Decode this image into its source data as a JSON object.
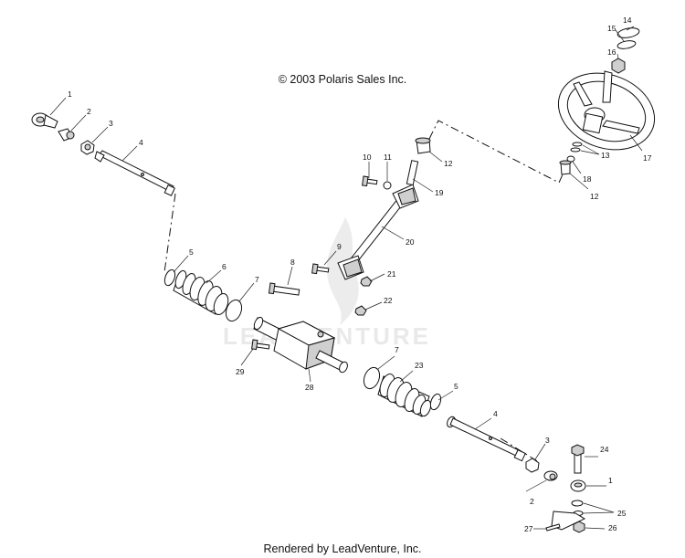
{
  "header": {
    "copyright": "© 2003 Polaris Sales Inc."
  },
  "footer": {
    "rendered_by": "Rendered by LeadVenture, Inc."
  },
  "watermark": {
    "text": "LEADVENTURE",
    "color": "#e9e9e9"
  },
  "callouts": [
    "1",
    "2",
    "3",
    "4",
    "5",
    "6",
    "7",
    "8",
    "9",
    "10",
    "11",
    "12",
    "12",
    "13",
    "14",
    "15",
    "16",
    "17",
    "18",
    "19",
    "20",
    "21",
    "22",
    "7",
    "23",
    "5",
    "4",
    "3",
    "2",
    "1",
    "24",
    "25",
    "26",
    "27",
    "28",
    "29"
  ]
}
